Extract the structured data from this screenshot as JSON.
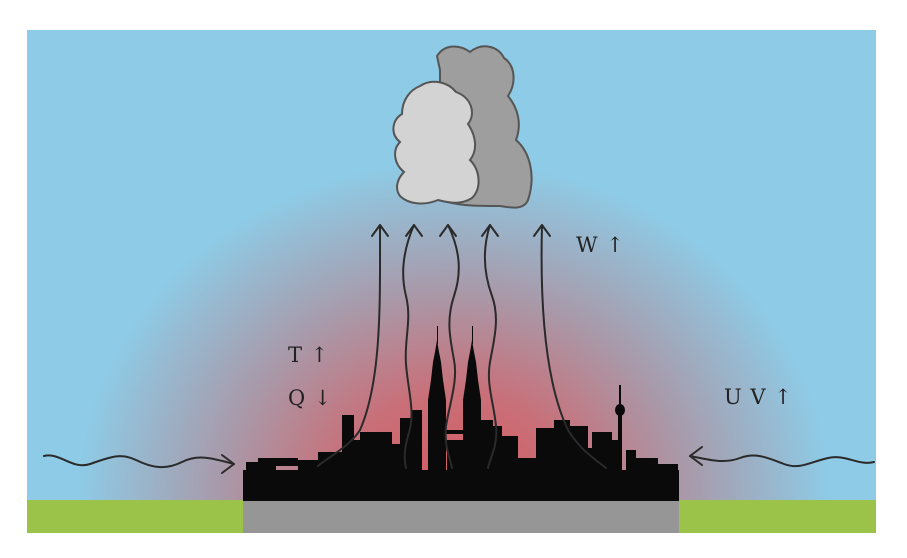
{
  "labels": {
    "w": "W ↑",
    "t": "T ↑",
    "q": "Q ↓",
    "uv": "U V ↑"
  },
  "colors": {
    "sky": "#8ecbe6",
    "heat": "#d7585c",
    "ground_green": "#9cc349",
    "ground_gray": "#969696",
    "silhouette": "#0a0a0a",
    "cloud_light": "#d3d3d3",
    "cloud_dark": "#9e9e9e",
    "arrow": "#2a2a2a"
  },
  "icons": {
    "cloud": "cumulus-cloud-icon",
    "city": "city-skyline-silhouette",
    "updraft": "updraft-arrow-icon",
    "inflow": "wind-inflow-arrow-icon"
  }
}
